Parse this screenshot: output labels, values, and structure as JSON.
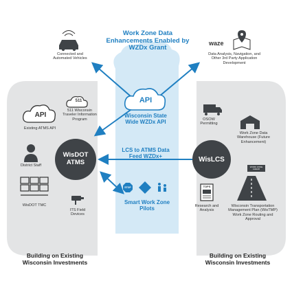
{
  "title": "Work Zone Data Enhancements Enabled by WZDx Grant",
  "top_left": {
    "label": "Connected and Automated Vehicles"
  },
  "top_right": {
    "waze": "waze",
    "label": "Data Analysis, Navigation, and Other 3rd Party Application Development"
  },
  "center": {
    "api_icon": "API",
    "api_label": "Wisconsin State Wide WZDx API",
    "feed_label": "LCS to ATMS Data Feed WZDx+",
    "pilots_label": "Smart Work Zone Pilots",
    "stop_text": "STOP"
  },
  "left": {
    "hub": "WisDOT ATMS",
    "api_icon": "API",
    "existing_api": "Existing ATMS API",
    "info_511_badge": "511",
    "info_511": "511 Wisconsin Traveler Information Program",
    "district_staff": "District Staff",
    "tmc": "WisDOT TMC",
    "its": "ITS Field Devices",
    "bottom": "Building on Existing Wisconsin Investments"
  },
  "right": {
    "hub": "WisLCS",
    "osow": "OSOW Permitting",
    "warehouse": "Work Zone Data Warehouse (Future Enhancement)",
    "research": "Research and Analysis",
    "topo_text": "TOPS",
    "sign_text": "WORK ZONE AHEAD",
    "wistmp": "Wisconsin Transportation Management Plan (WisTMP) Work Zone Routing and Approval",
    "bottom": "Building on Existing Wisconsin Investments"
  },
  "colors": {
    "accent": "#1f7fc1",
    "hub": "#3f4347",
    "panel": "#e3e4e5",
    "column": "#d4e9f6"
  }
}
